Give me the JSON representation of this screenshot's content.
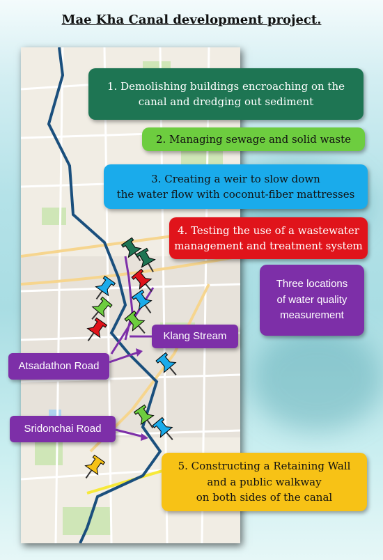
{
  "title": "Mae Kha Canal development project.",
  "colors": {
    "dark_green": "#1e7553",
    "light_green": "#6dcd3f",
    "blue": "#1aabeb",
    "red": "#e0141b",
    "purple": "#7d2fa8",
    "yellow": "#f7c216",
    "canal": "#1a4f7d"
  },
  "steps": {
    "s1": "1. Demolishing buildings encroaching on the\ncanal and dredging out sediment",
    "s2": "2. Managing sewage and solid waste",
    "s3": "3. Creating a weir to slow down\nthe water flow with coconut-fiber mattresses",
    "s4": "4. Testing the use of a wastewater\nmanagement and treatment system",
    "s5": "5. Constructing a Retaining Wall\nand a public walkway\non both sides of the canal"
  },
  "labels": {
    "water_quality": "Three locations\nof water quality\nmeasurement",
    "klang": "Klang Stream",
    "atsadathon": "Atsadathon Road",
    "sridonchai": "Sridonchai Road"
  },
  "pins": [
    {
      "color": "dark_green",
      "icon": "pushpin-icon"
    },
    {
      "color": "dark_green",
      "icon": "pushpin-icon"
    },
    {
      "color": "light_green",
      "icon": "pushpin-icon"
    },
    {
      "color": "light_green",
      "icon": "pushpin-icon"
    },
    {
      "color": "light_green",
      "icon": "pushpin-icon"
    },
    {
      "color": "blue",
      "icon": "pushpin-icon"
    },
    {
      "color": "blue",
      "icon": "pushpin-icon"
    },
    {
      "color": "blue",
      "icon": "pushpin-icon"
    },
    {
      "color": "blue",
      "icon": "pushpin-icon"
    },
    {
      "color": "red",
      "icon": "pushpin-icon"
    },
    {
      "color": "red",
      "icon": "pushpin-icon"
    },
    {
      "color": "yellow",
      "icon": "pushpin-icon"
    }
  ]
}
